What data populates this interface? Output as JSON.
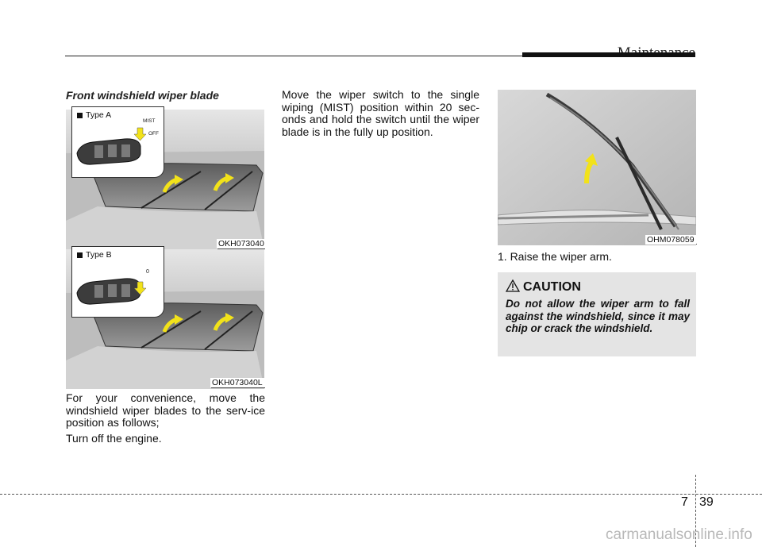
{
  "header": {
    "section": "Maintenance"
  },
  "left": {
    "heading": "Front windshield wiper blade",
    "figure_a": {
      "label": "Type A",
      "code": "OKH073040",
      "switch_labels": [
        "MIST",
        "OFF"
      ]
    },
    "figure_b": {
      "label": "Type B",
      "code": "OKH073040L",
      "switch_labels": [
        "0"
      ]
    },
    "para1": "For your convenience, move the windshield wiper blades to the serv-ice position as follows;",
    "para2": "Turn off the engine."
  },
  "middle": {
    "para": "Move the wiper switch to the single wiping (MIST) position within 20 sec-onds and hold the switch until the wiper blade is in the fully up position."
  },
  "right": {
    "figure": {
      "code": "OHM078059"
    },
    "step": "1. Raise the wiper arm.",
    "caution": {
      "title": "CAUTION",
      "text": "Do not allow the wiper arm to fall against the windshield, since it may chip or crack the windshield."
    }
  },
  "footer": {
    "chapter": "7",
    "page": "39"
  },
  "watermark": "carmanualsonline.info",
  "colors": {
    "arrow_yellow": "#f2e21a",
    "caution_bg": "#e4e4e4",
    "figure_gray": "#c9c9c9"
  }
}
